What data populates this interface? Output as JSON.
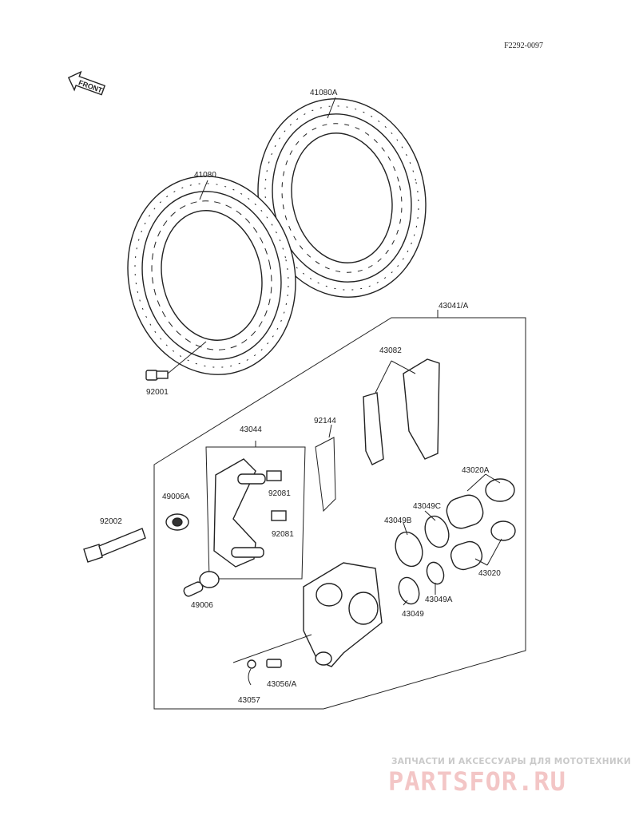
{
  "ref_code": "F2292-0097",
  "front_label": "FRONT",
  "parts": {
    "p41080A": "41080A",
    "p41080": "41080",
    "p43041A": "43041/A",
    "p43082": "43082",
    "p92001": "92001",
    "p92144": "92144",
    "p43044": "43044",
    "p49006A": "49006A",
    "p92081a": "92081",
    "p92081b": "92081",
    "p43020A": "43020A",
    "p43049C": "43049C",
    "p92002": "92002",
    "p43049B": "43049B",
    "p43020": "43020",
    "p49006": "49006",
    "p43049A": "43049A",
    "p43049": "43049",
    "p43056A": "43056/A",
    "p43057": "43057"
  },
  "watermark": {
    "subtitle": "ЗАПЧАСТИ И АКСЕССУАРЫ ДЛЯ МОТОТЕХНИКИ",
    "brand": "PARTSFOR.RU"
  }
}
